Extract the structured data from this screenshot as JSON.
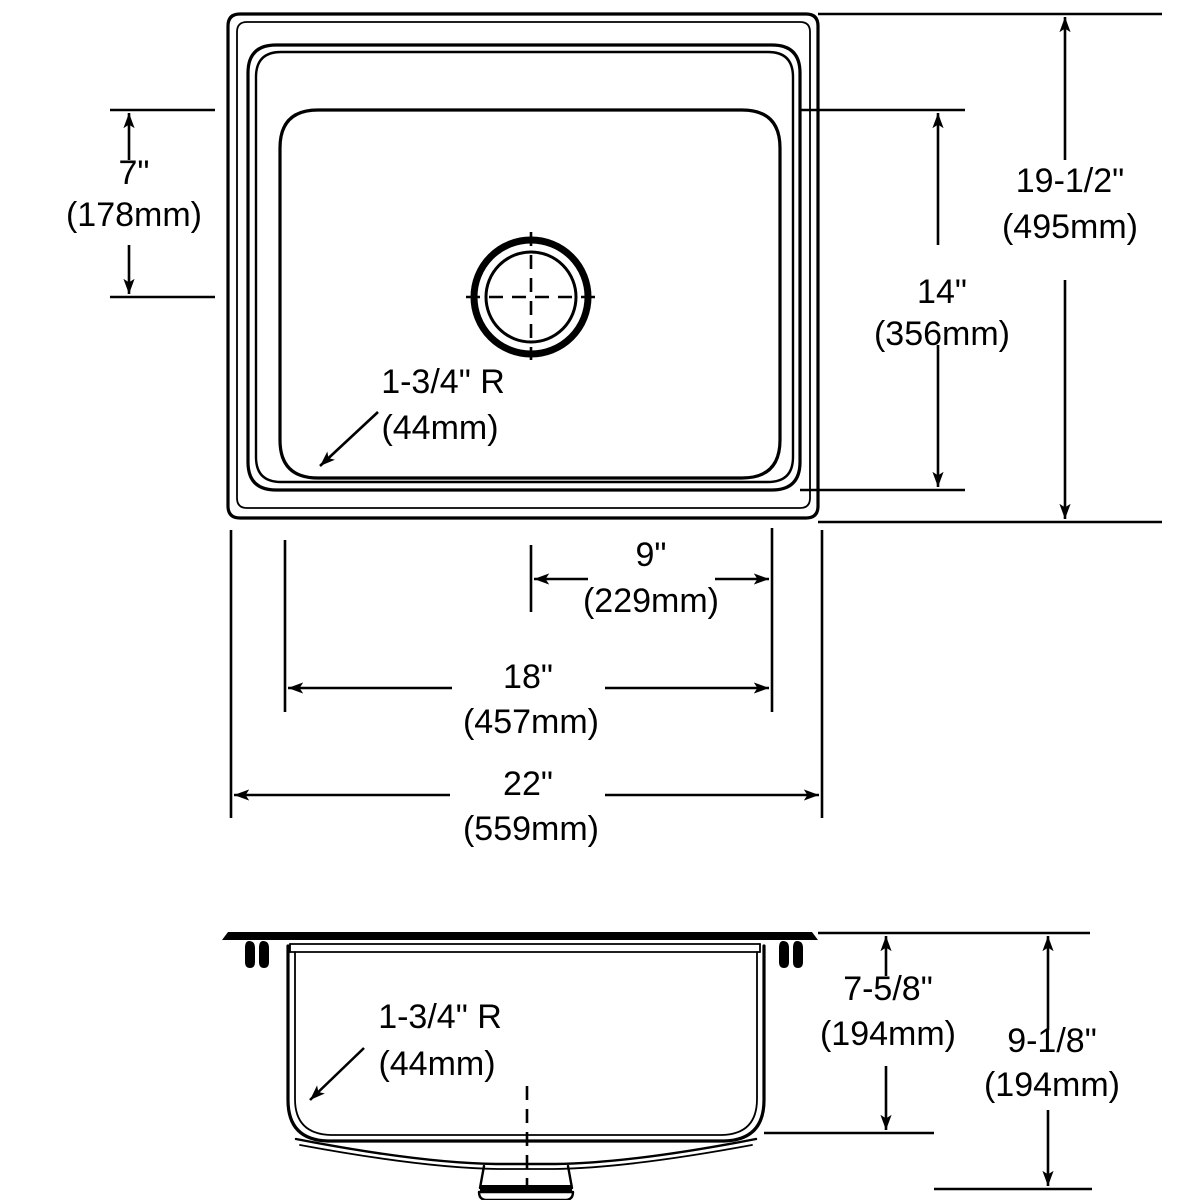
{
  "drawing": {
    "type": "engineering-dimension-drawing",
    "subject": "single-bowl-drop-in-sink",
    "views": [
      {
        "id": "top-view",
        "name": "Top View"
      },
      {
        "id": "section-view",
        "name": "Cross Section View"
      }
    ],
    "line_color": "#000000",
    "background_color": "#ffffff"
  },
  "dimensions": {
    "bowl_depth_offset": {
      "name": "rim-to-bowl-top-offset",
      "imperial": "7\"",
      "metric": "(178mm)",
      "orientation": "vertical",
      "view": "top-view"
    },
    "overall_height": {
      "name": "overall-height",
      "imperial": "19-1/2\"",
      "metric": "(495mm)",
      "orientation": "vertical",
      "view": "top-view"
    },
    "bowl_height": {
      "name": "bowl-height",
      "imperial": "14\"",
      "metric": "(356mm)",
      "orientation": "vertical",
      "view": "top-view"
    },
    "corner_radius_top": {
      "name": "corner-radius",
      "imperial": "1-3/4\" R",
      "metric": "(44mm)",
      "orientation": "leader",
      "view": "top-view"
    },
    "drain_offset": {
      "name": "drain-offset-from-right",
      "imperial": "9\"",
      "metric": "(229mm)",
      "orientation": "horizontal",
      "view": "top-view"
    },
    "bowl_width": {
      "name": "bowl-width",
      "imperial": "18\"",
      "metric": "(457mm)",
      "orientation": "horizontal",
      "view": "top-view"
    },
    "overall_width": {
      "name": "overall-width",
      "imperial": "22\"",
      "metric": "(559mm)",
      "orientation": "horizontal",
      "view": "top-view"
    },
    "corner_radius_section": {
      "name": "corner-radius",
      "imperial": "1-3/4\" R",
      "metric": "(44mm)",
      "orientation": "leader",
      "view": "section-view"
    },
    "bowl_depth": {
      "name": "bowl-depth",
      "imperial": "7-5/8\"",
      "metric": "(194mm)",
      "orientation": "vertical",
      "view": "section-view"
    },
    "overall_depth": {
      "name": "overall-depth",
      "imperial": "9-1/8\"",
      "metric": "(194mm)",
      "orientation": "vertical",
      "view": "section-view"
    }
  },
  "features": {
    "drain": {
      "name": "drain-opening",
      "shape": "circle"
    },
    "center_mark": {
      "name": "drain-centerline",
      "style": "dashed"
    },
    "rim_clips": {
      "name": "mounting-clip",
      "count": 4
    },
    "drain_stub": {
      "name": "drain-stub"
    }
  }
}
